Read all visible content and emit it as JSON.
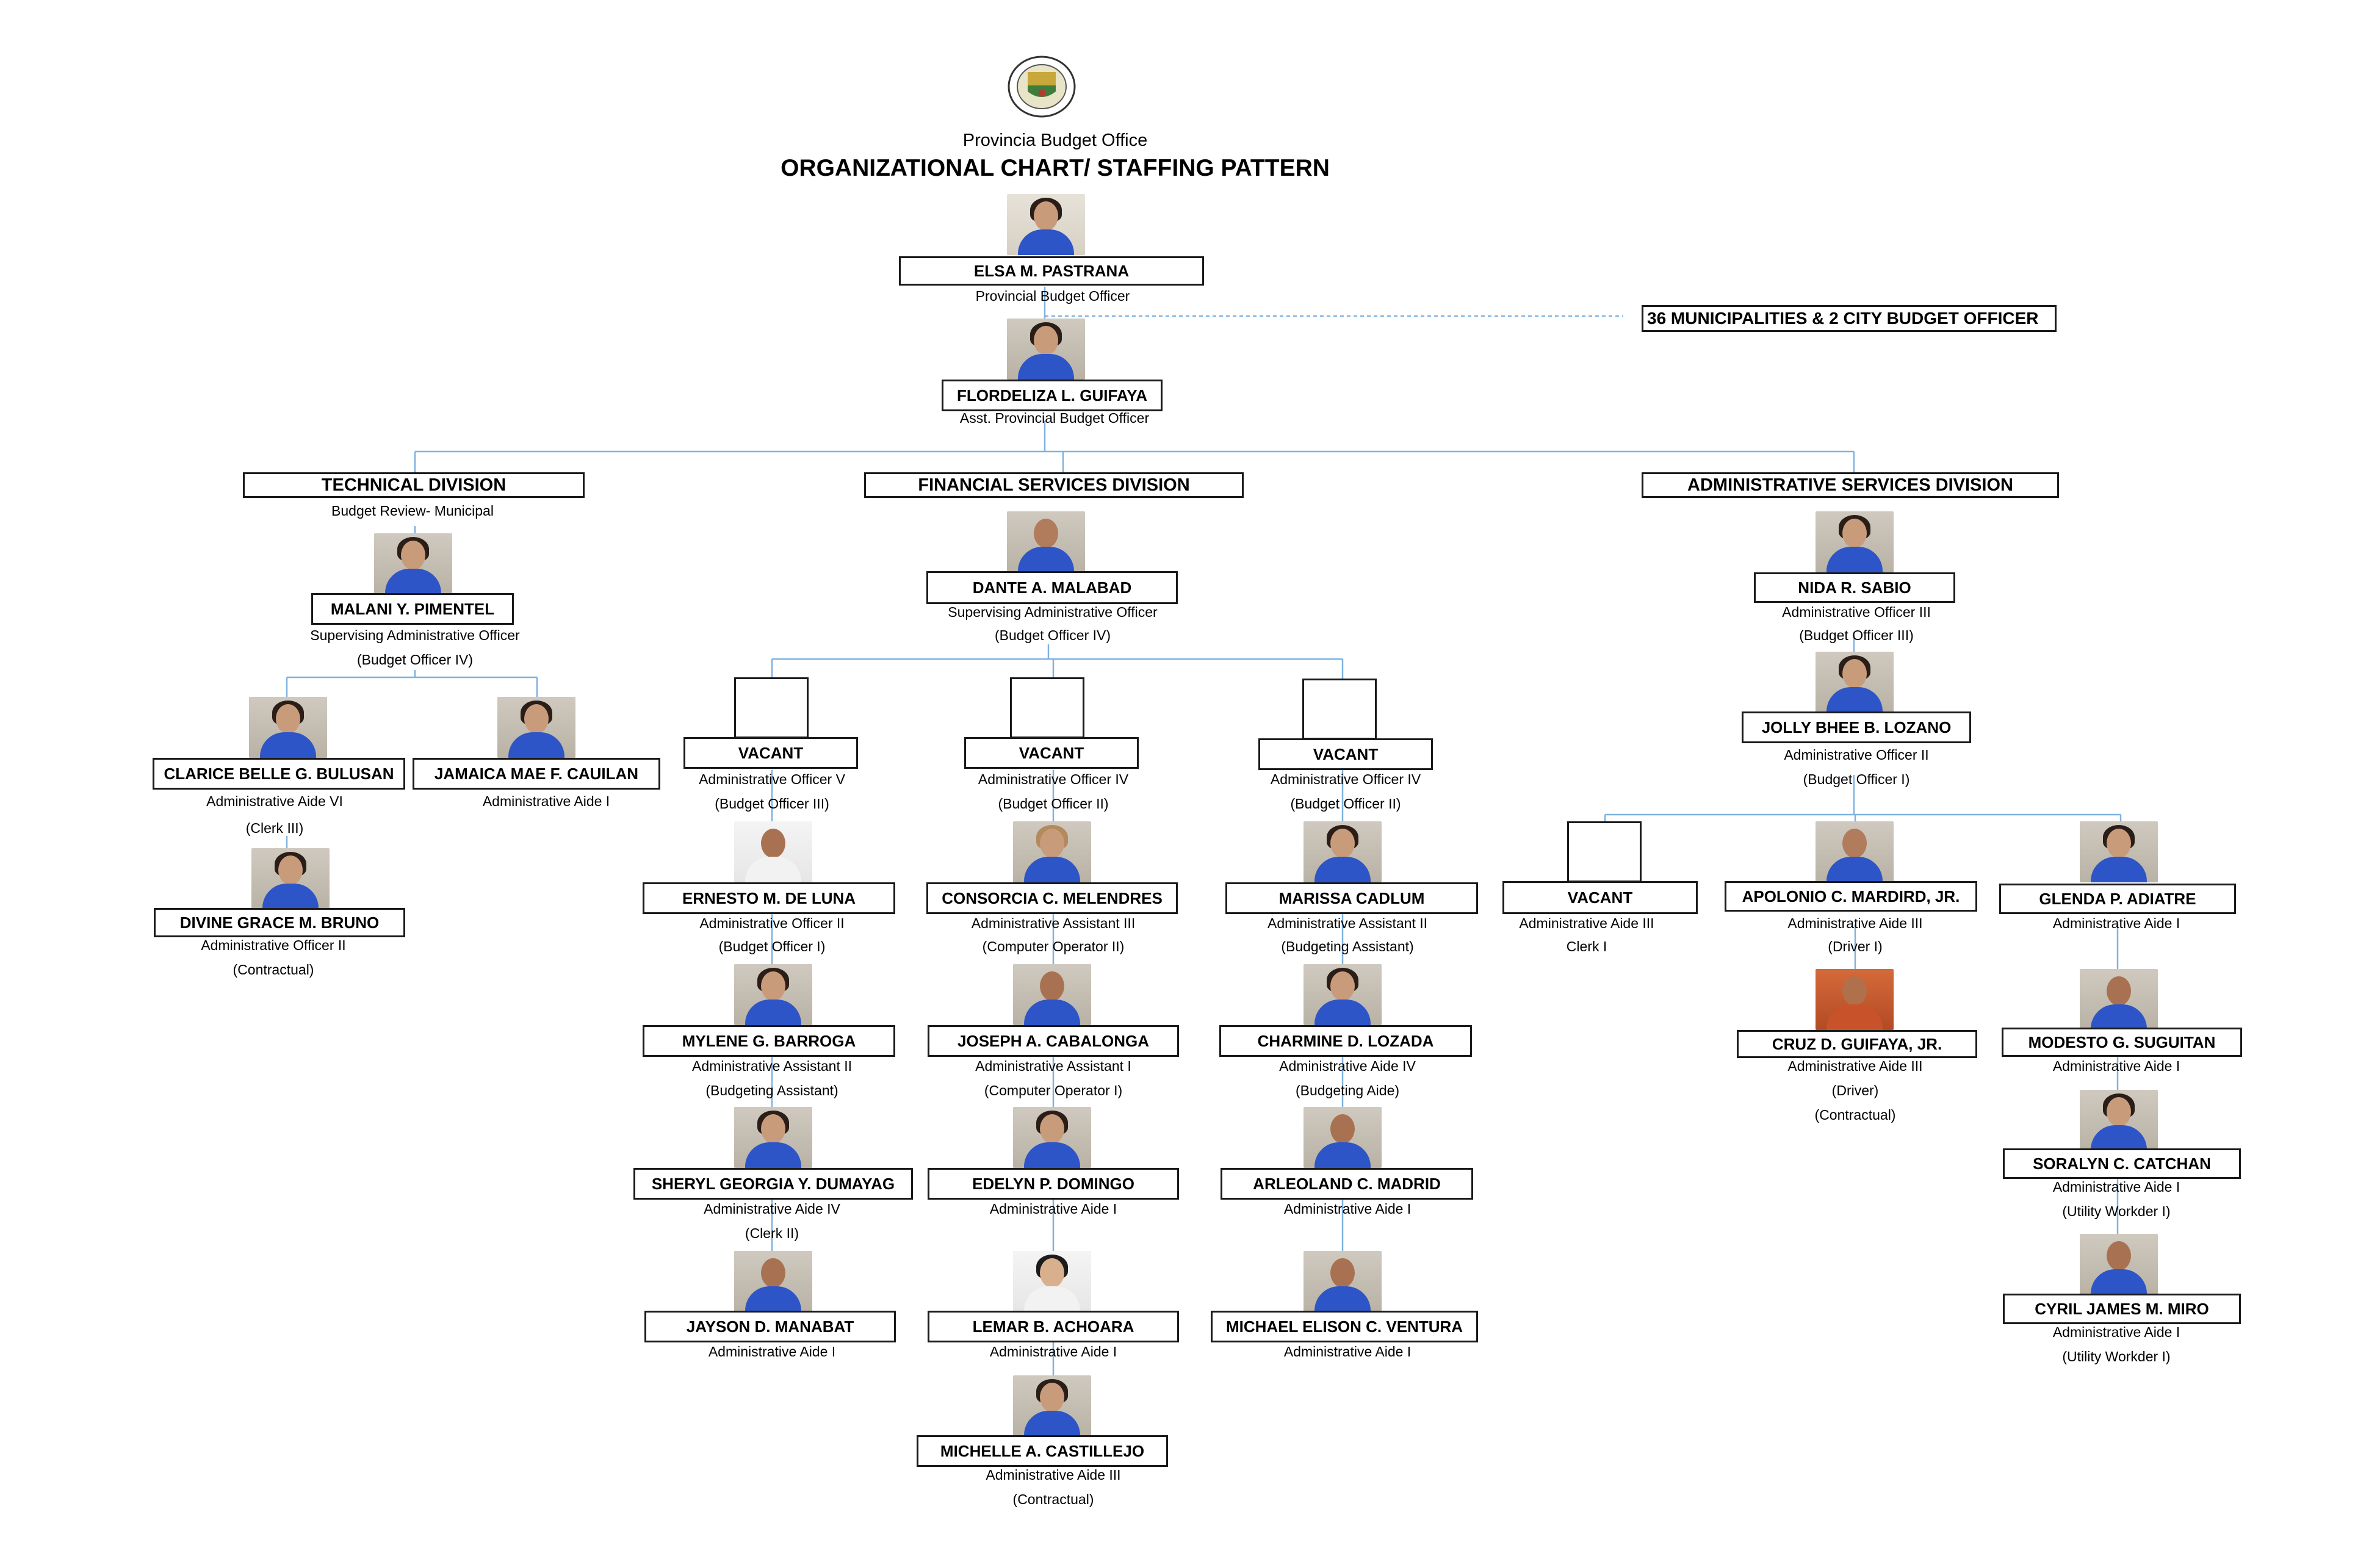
{
  "header": {
    "office": "Provincia Budget Office",
    "title": "ORGANIZATIONAL CHART/ STAFFING PATTERN"
  },
  "external": {
    "label": "36 MUNICIPALITIES & 2 CITY BUDGET OFFICER"
  },
  "head": {
    "name": "ELSA M. PASTRANA",
    "position": "Provincial Budget Officer"
  },
  "assistant": {
    "name": "FLORDELIZA L. GUIFAYA",
    "position": "Asst. Provincial Budget Officer"
  },
  "technical": {
    "division": "TECHNICAL DIVISION",
    "subtitle": "Budget Review- Municipal",
    "lead": {
      "name": "MALANI Y. PIMENTEL",
      "position": "Supervising Administrative Officer",
      "grade": "(Budget Officer IV)"
    },
    "staff": [
      {
        "name": "CLARICE BELLE G. BULUSAN",
        "position": "Administrative Aide VI",
        "grade": "(Clerk III)"
      },
      {
        "name": "JAMAICA MAE F. CAUILAN",
        "position": "Administrative Aide I"
      },
      {
        "name": "DIVINE GRACE M. BRUNO",
        "position": "Administrative Officer II",
        "grade": "(Contractual)"
      }
    ]
  },
  "financial": {
    "division": "FINANCIAL SERVICES DIVISION",
    "lead": {
      "name": "DANTE A. MALABAD",
      "position": "Supervising Administrative Officer",
      "grade": "(Budget Officer IV)"
    },
    "col1": [
      {
        "name": "VACANT",
        "position": "Administrative Officer V",
        "grade": "(Budget Officer III)"
      },
      {
        "name": "ERNESTO M. DE LUNA",
        "position": "Administrative Officer II",
        "grade": "(Budget Officer I)"
      },
      {
        "name": "MYLENE G. BARROGA",
        "position": "Administrative Assistant II",
        "grade": "(Budgeting Assistant)"
      },
      {
        "name": "SHERYL GEORGIA Y. DUMAYAG",
        "position": "Administrative Aide IV",
        "grade": "(Clerk II)"
      },
      {
        "name": "JAYSON D. MANABAT",
        "position": "Administrative Aide I"
      }
    ],
    "col2": [
      {
        "name": "VACANT",
        "position": "Administrative Officer IV",
        "grade": "(Budget Officer II)"
      },
      {
        "name": "CONSORCIA C. MELENDRES",
        "position": "Administrative Assistant III",
        "grade": "(Computer Operator II)"
      },
      {
        "name": "JOSEPH A. CABALONGA",
        "position": "Administrative Assistant I",
        "grade": "(Computer Operator I)"
      },
      {
        "name": "EDELYN P. DOMINGO",
        "position": "Administrative Aide I"
      },
      {
        "name": "LEMAR B. ACHOARA",
        "position": "Administrative Aide I"
      },
      {
        "name": "MICHELLE A. CASTILLEJO",
        "position": "Administrative Aide III",
        "grade": "(Contractual)"
      }
    ],
    "col3": [
      {
        "name": "VACANT",
        "position": "Administrative Officer IV",
        "grade": "(Budget Officer II)"
      },
      {
        "name": "MARISSA CADLUM",
        "position": "Administrative Assistant II",
        "grade": "(Budgeting Assistant)"
      },
      {
        "name": "CHARMINE D. LOZADA",
        "position": "Administrative Aide IV",
        "grade": "(Budgeting Aide)"
      },
      {
        "name": "ARLEOLAND C. MADRID",
        "position": "Administrative Aide I"
      },
      {
        "name": "MICHAEL ELISON C. VENTURA",
        "position": "Administrative Aide I"
      }
    ]
  },
  "admin": {
    "division": "ADMINISTRATIVE SERVICES DIVISION",
    "lead": {
      "name": "NIDA R. SABIO",
      "position": "Administrative Officer III",
      "grade": "(Budget Officer III)"
    },
    "second": {
      "name": "JOLLY BHEE B. LOZANO",
      "position": "Administrative Officer II",
      "grade": "(Budget Officer I)"
    },
    "col1": [
      {
        "name": "VACANT",
        "position": "Administrative Aide III",
        "grade": "Clerk I"
      }
    ],
    "col2": [
      {
        "name": "APOLONIO C. MARDIRD, JR.",
        "position": "Administrative Aide III",
        "grade": "(Driver I)"
      },
      {
        "name": "CRUZ D. GUIFAYA, JR.",
        "position": "Administrative Aide III",
        "grade": "(Driver)",
        "extra": "(Contractual)"
      }
    ],
    "col3": [
      {
        "name": "GLENDA P. ADIATRE",
        "position": "Administrative Aide I"
      },
      {
        "name": "MODESTO G. SUGUITAN",
        "position": "Administrative Aide I"
      },
      {
        "name": "SORALYN C. CATCHAN",
        "position": "Administrative Aide I",
        "grade": "(Utility Workder I)"
      },
      {
        "name": "CYRIL JAMES M. MIRO",
        "position": "Administrative Aide I",
        "grade": "(Utility Workder I)"
      }
    ]
  },
  "colors": {
    "connector": "#7fb2e0",
    "border": "#1a1a1a"
  }
}
